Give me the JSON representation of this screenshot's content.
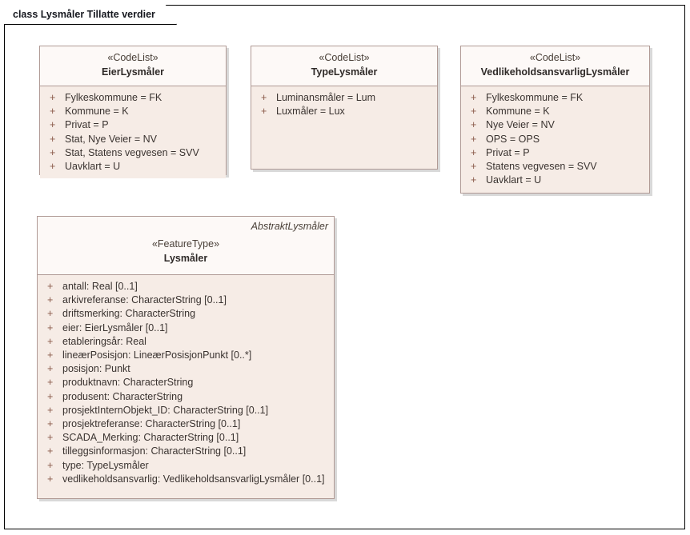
{
  "diagram": {
    "frame_title": "class Lysmåler Tillatte verdier",
    "colors": {
      "class_fill": "#f6ece6",
      "class_header_fill": "#fdf9f7",
      "class_border": "#b09a95",
      "text": "#3a3330",
      "visibility_marker": "#8a5a4a",
      "shadow": "#d9d9d9",
      "frame_border": "#000000"
    },
    "classes": [
      {
        "id": "EierLysmaler",
        "qualifier": "",
        "stereotype": "«CodeList»",
        "name": "EierLysmåler",
        "attributes": [
          {
            "visibility": "+",
            "text": "Fylkeskommune = FK"
          },
          {
            "visibility": "+",
            "text": "Kommune = K"
          },
          {
            "visibility": "+",
            "text": "Privat = P"
          },
          {
            "visibility": "+",
            "text": "Stat, Nye Veier = NV"
          },
          {
            "visibility": "+",
            "text": "Stat, Statens vegvesen = SVV"
          },
          {
            "visibility": "+",
            "text": "Uavklart = U"
          }
        ]
      },
      {
        "id": "TypeLysmaler",
        "qualifier": "",
        "stereotype": "«CodeList»",
        "name": "TypeLysmåler",
        "attributes": [
          {
            "visibility": "+",
            "text": "Luminansmåler = Lum"
          },
          {
            "visibility": "+",
            "text": "Luxmåler = Lux"
          }
        ]
      },
      {
        "id": "VedlikeholdsansvarligLysmaler",
        "qualifier": "",
        "stereotype": "«CodeList»",
        "name": "VedlikeholdsansvarligLysmåler",
        "attributes": [
          {
            "visibility": "+",
            "text": "Fylkeskommune = FK"
          },
          {
            "visibility": "+",
            "text": "Kommune = K"
          },
          {
            "visibility": "+",
            "text": "Nye Veier = NV"
          },
          {
            "visibility": "+",
            "text": "OPS = OPS"
          },
          {
            "visibility": "+",
            "text": "Privat = P"
          },
          {
            "visibility": "+",
            "text": "Statens vegvesen = SVV"
          },
          {
            "visibility": "+",
            "text": "Uavklart = U"
          }
        ]
      },
      {
        "id": "Lysmaler",
        "qualifier": "AbstraktLysmåler",
        "stereotype": "«FeatureType»",
        "name": "Lysmåler",
        "attributes": [
          {
            "visibility": "+",
            "text": "antall: Real [0..1]"
          },
          {
            "visibility": "+",
            "text": "arkivreferanse: CharacterString [0..1]"
          },
          {
            "visibility": "+",
            "text": "driftsmerking: CharacterString"
          },
          {
            "visibility": "+",
            "text": "eier: EierLysmåler [0..1]"
          },
          {
            "visibility": "+",
            "text": "etableringsår: Real"
          },
          {
            "visibility": "+",
            "text": "lineærPosisjon: LineærPosisjonPunkt [0..*]"
          },
          {
            "visibility": "+",
            "text": "posisjon: Punkt"
          },
          {
            "visibility": "+",
            "text": "produktnavn: CharacterString"
          },
          {
            "visibility": "+",
            "text": "produsent: CharacterString"
          },
          {
            "visibility": "+",
            "text": "prosjektInternObjekt_ID: CharacterString [0..1]"
          },
          {
            "visibility": "+",
            "text": "prosjektreferanse: CharacterString [0..1]"
          },
          {
            "visibility": "+",
            "text": "SCADA_Merking: CharacterString [0..1]"
          },
          {
            "visibility": "+",
            "text": "tilleggsinformasjon: CharacterString [0..1]"
          },
          {
            "visibility": "+",
            "text": "type: TypeLysmåler"
          },
          {
            "visibility": "+",
            "text": "vedlikeholdsansvarlig: VedlikeholdsansvarligLysmåler [0..1]"
          }
        ]
      }
    ]
  }
}
